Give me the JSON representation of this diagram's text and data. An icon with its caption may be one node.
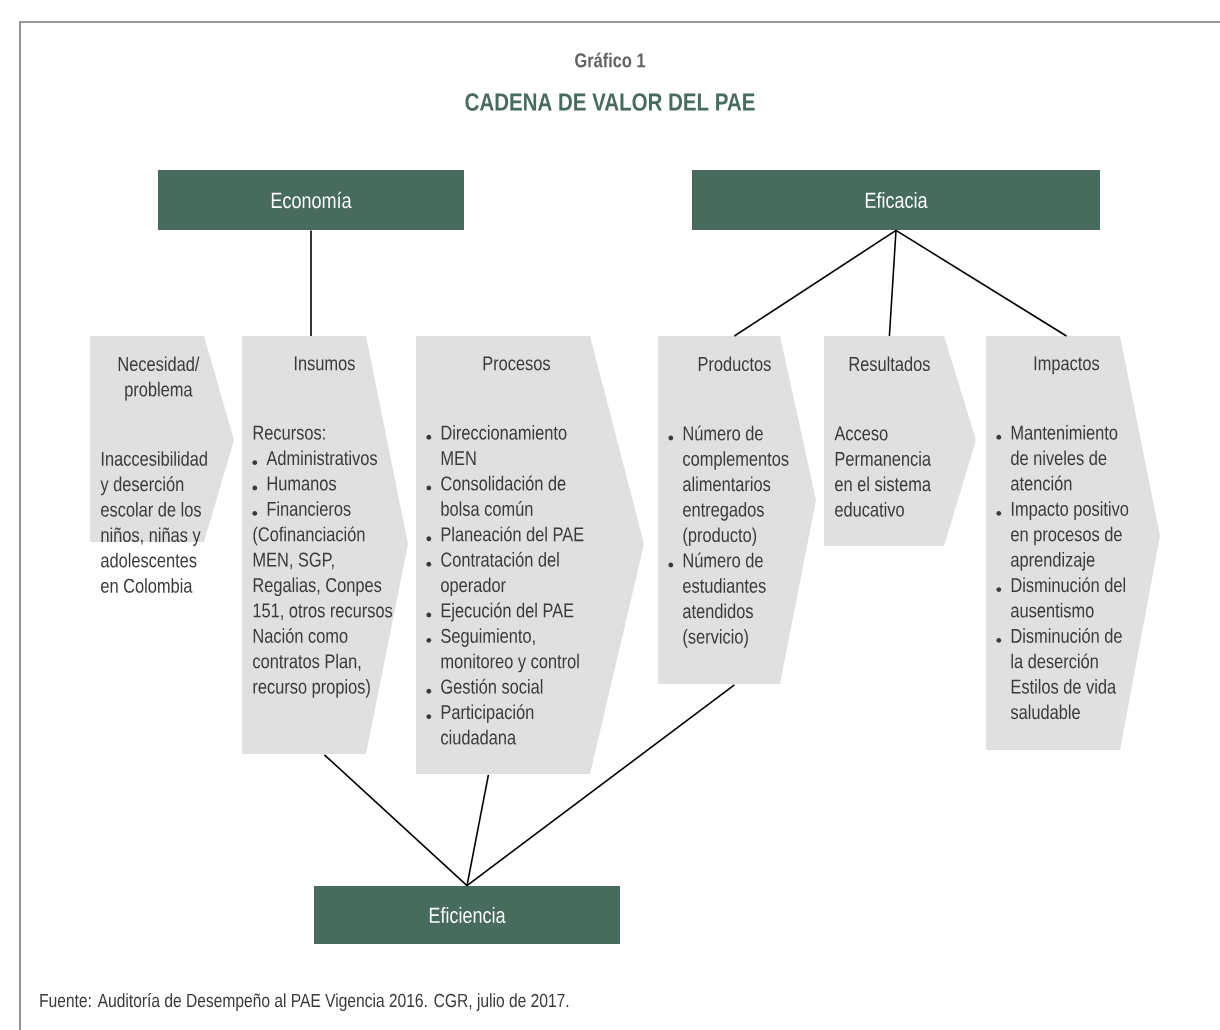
{
  "diagram": {
    "title": "CADENA DE VALOR DEL PAE",
    "caption": "Fuente: Auditoría de Desempeño al PAE Vigencia 2016. CGR, julio de 2017.",
    "nodes": [
      {
        "text": [
          "Economía"
        ]
      },
      {
        "text": [
          "Eficacia"
        ]
      },
      {
        "text": [
          "Necesidad/ problema",
          "Inaccesibilidad y deserción escolar de los niños, niñas y adolescentes en Colombia"
        ]
      },
      {
        "text": [
          "Insumos",
          "Recursos:",
          "Administrativos",
          "Humanos",
          "Financieros",
          "(Cofinanciación MEN, SGP, Regalias, Conpes 151, otros recursos Nación como contratos Plan, recurso propios)"
        ]
      },
      {
        "text": [
          "Procesos",
          "Direccionamiento MEN",
          "Consolidación de bolsa común",
          "Planeación del PAE",
          "Contratación del operador",
          "Ejecución del PAE",
          "Seguimiento, monitoreo y control",
          "Gestión social",
          "Participación ciudadana"
        ]
      },
      {
        "text": [
          "Productos",
          "Número de complementos alimentarios entregados (producto)",
          "Número de estudiantes atendidos (servicio)"
        ]
      },
      {
        "text": [
          "Resultados",
          "Acceso Permanencia en el sistema educativo"
        ]
      },
      {
        "text": [
          "Impactos",
          "Mantenimiento de niveles de atención",
          "Impacto positivo en procesos de aprendizaje",
          "Disminución del ausentismo",
          "Disminución de la deserción Estilos de vida saludable"
        ]
      },
      {
        "text": [
          "Eficiencia"
        ]
      }
    ],
    "edges": [
      {
        "from": 0,
        "to": 3,
        "arrow": "none"
      },
      {
        "from": 1,
        "to": 5,
        "arrow": "none"
      },
      {
        "from": 1,
        "to": 6,
        "arrow": "none"
      },
      {
        "from": 1,
        "to": 7,
        "arrow": "none"
      },
      {
        "from": 8,
        "to": 3,
        "arrow": "none"
      },
      {
        "from": 8,
        "to": 4,
        "arrow": "none"
      },
      {
        "from": 8,
        "to": 5,
        "arrow": "none"
      }
    ],
    "labels": [
      "Gráfico 1"
    ]
  }
}
